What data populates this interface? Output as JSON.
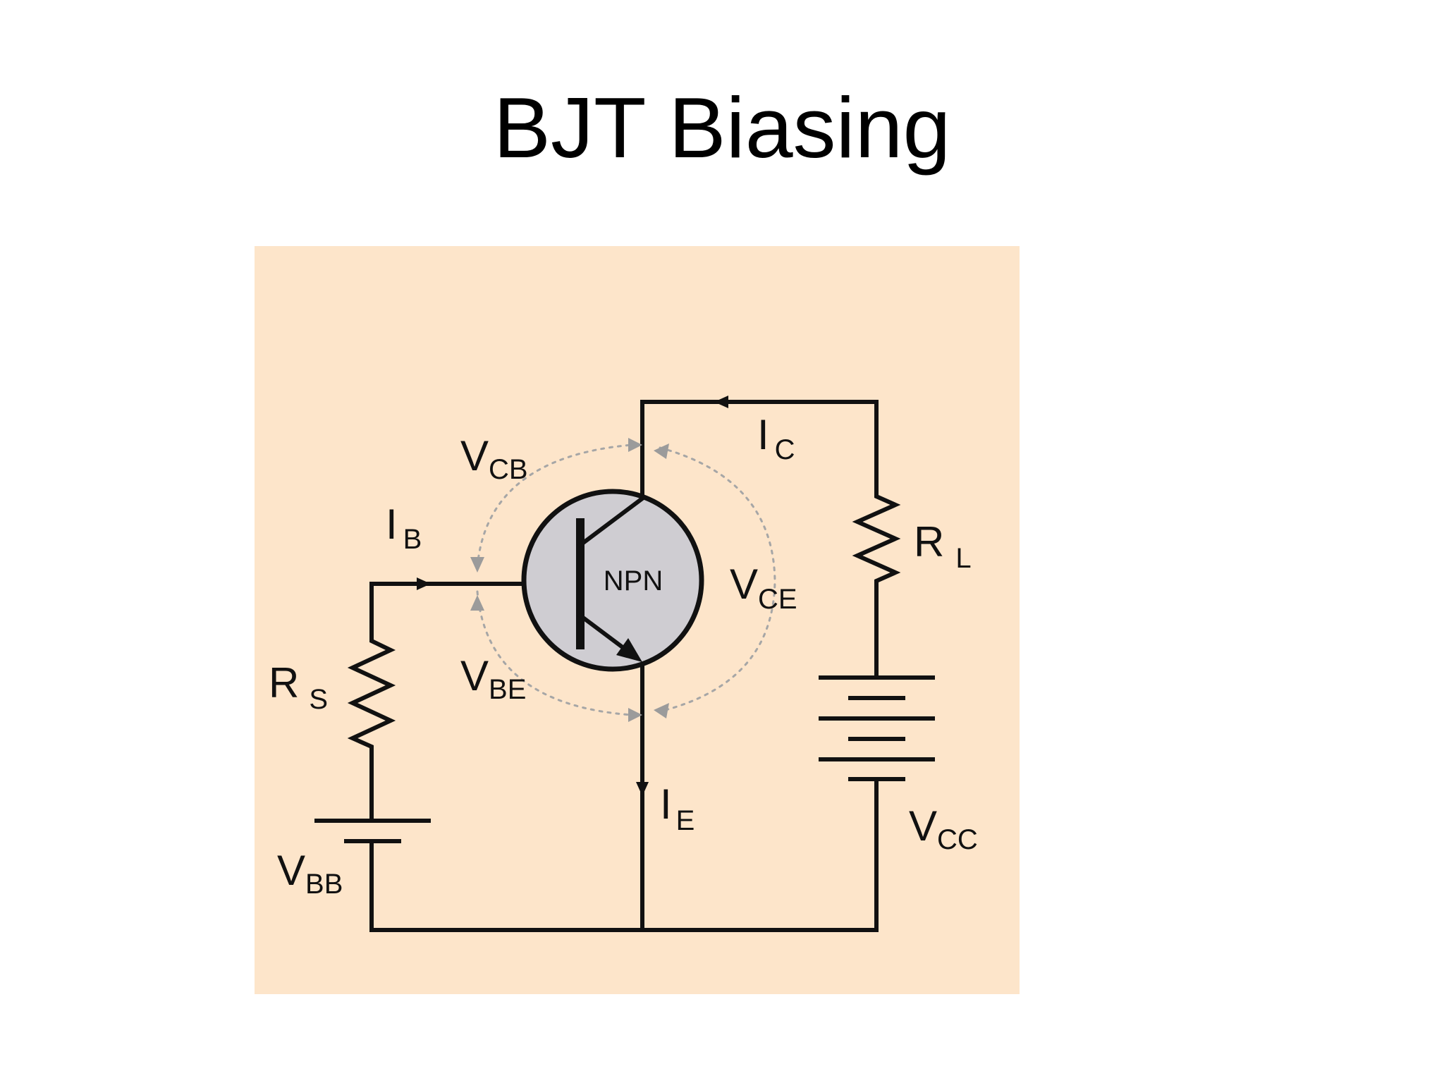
{
  "title": "BJT Biasing",
  "colors": {
    "panel_background": "#fde5ca",
    "transistor_body": "#cfcdd2",
    "wire": "#111111",
    "voltage_marker": "#a6a6a6"
  },
  "transistor": {
    "type_label": "NPN"
  },
  "labels": {
    "vcb": {
      "main": "V",
      "sub": "CB"
    },
    "vce": {
      "main": "V",
      "sub": "CE"
    },
    "vbe": {
      "main": "V",
      "sub": "BE"
    },
    "ic": {
      "main": "I",
      "sub": "C"
    },
    "ib": {
      "main": "I",
      "sub": "B"
    },
    "ie": {
      "main": "I",
      "sub": "E"
    },
    "rs": {
      "main": "R",
      "sub": "S"
    },
    "rl": {
      "main": "R",
      "sub": "L"
    },
    "vbb": {
      "main": "V",
      "sub": "BB"
    },
    "vcc": {
      "main": "V",
      "sub": "CC"
    }
  }
}
